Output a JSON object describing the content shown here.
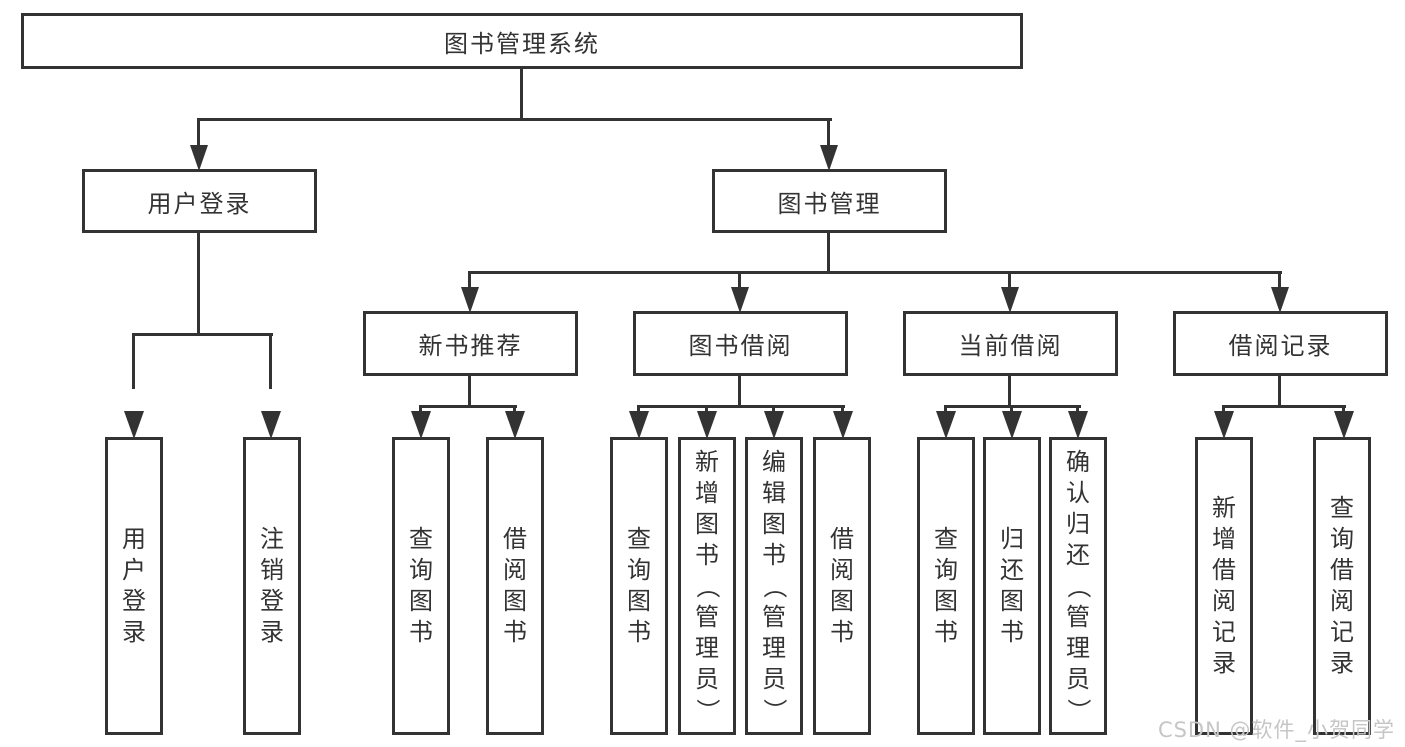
{
  "diagram": {
    "root": {
      "label": "图书管理系统"
    },
    "level2": [
      {
        "label": "用户登录",
        "children": [
          {
            "label": "用户登录"
          },
          {
            "label": "注销登录"
          }
        ]
      },
      {
        "label": "图书管理",
        "children": [
          {
            "label": "新书推荐",
            "children": [
              {
                "label": "查询图书"
              },
              {
                "label": "借阅图书"
              }
            ]
          },
          {
            "label": "图书借阅",
            "children": [
              {
                "label": "查询图书"
              },
              {
                "label": "新增图书（管理员）"
              },
              {
                "label": "编辑图书（管理员）"
              },
              {
                "label": "借阅图书"
              }
            ]
          },
          {
            "label": "当前借阅",
            "children": [
              {
                "label": "查询图书"
              },
              {
                "label": "归还图书"
              },
              {
                "label": "确认归还（管理员）"
              }
            ]
          },
          {
            "label": "借阅记录",
            "children": [
              {
                "label": "新增借阅记录"
              },
              {
                "label": "查询借阅记录"
              }
            ]
          }
        ]
      }
    ]
  },
  "watermark": {
    "text": "CSDN @软件_小贺同学"
  },
  "colors": {
    "line": "#333333",
    "text": "#333333",
    "box_background": "#ffffff",
    "page_background": "#ffffff",
    "watermark": "#c6c6c6"
  }
}
